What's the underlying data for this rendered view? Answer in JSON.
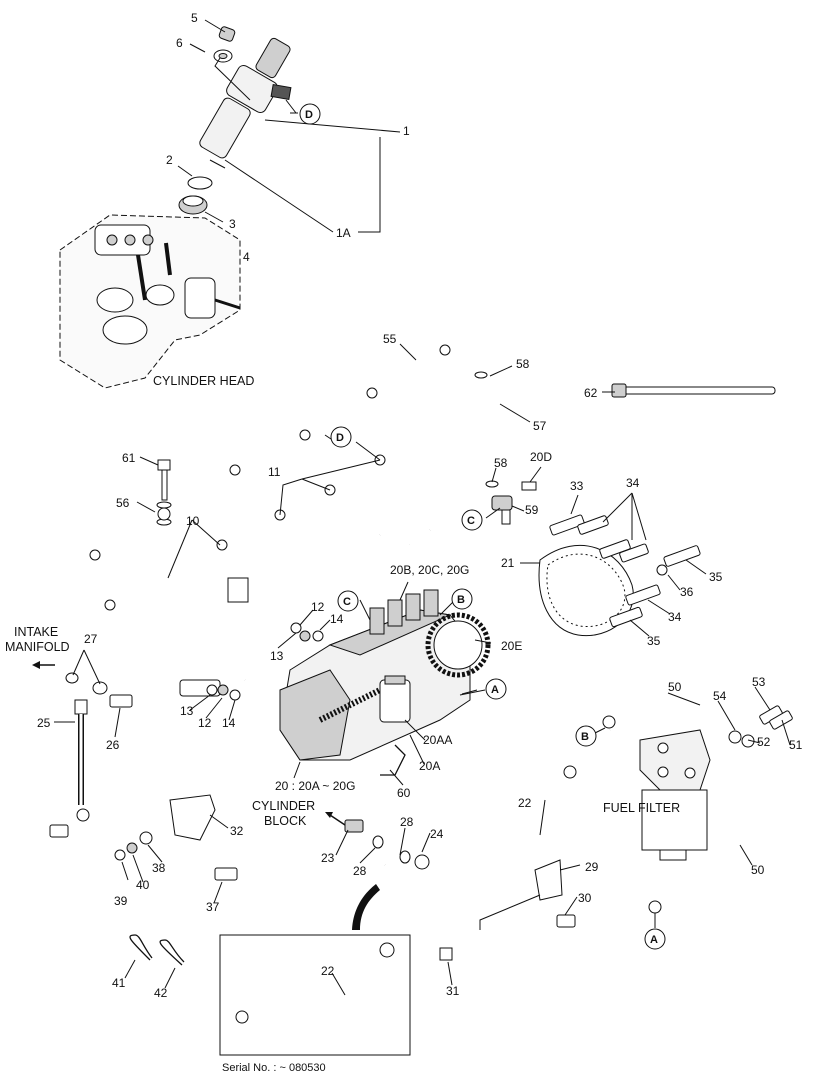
{
  "part_numbers": [
    "5",
    "6",
    "1",
    "1A",
    "2",
    "3",
    "4",
    "55",
    "58",
    "57",
    "62",
    "61",
    "11",
    "20D",
    "56",
    "10",
    "58",
    "59",
    "33",
    "34",
    "21",
    "35",
    "36",
    "34",
    "35",
    "12",
    "14",
    "13",
    "20B, 20C, 20G",
    "20E",
    "27",
    "25",
    "26",
    "13",
    "12",
    "14",
    "20AA",
    "20A",
    "60",
    "20 : 20A ~ 20G",
    "50",
    "53",
    "54",
    "51",
    "52",
    "22",
    "28",
    "24",
    "32",
    "23",
    "28",
    "29",
    "30",
    "50",
    "38",
    "37",
    "39",
    "40",
    "31",
    "41",
    "42",
    "22"
  ],
  "callouts": {
    "D_top": "D",
    "D_mid": "D",
    "C_left": "C",
    "C_pump": "C",
    "B_pump": "B",
    "A_pump": "A",
    "B_filter": "B",
    "A_filter": "A"
  },
  "labels": {
    "cylinder_head": "CYLINDER HEAD",
    "intake_manifold": "INTAKE\nMANIFOLD",
    "intake_line1": "INTAKE",
    "intake_line2": "MANIFOLD",
    "cylinder_block_line1": "CYLINDER",
    "cylinder_block_line2": "BLOCK",
    "fuel_filter": "FUEL FILTER",
    "serial": "Serial No. : ~ 080530"
  }
}
